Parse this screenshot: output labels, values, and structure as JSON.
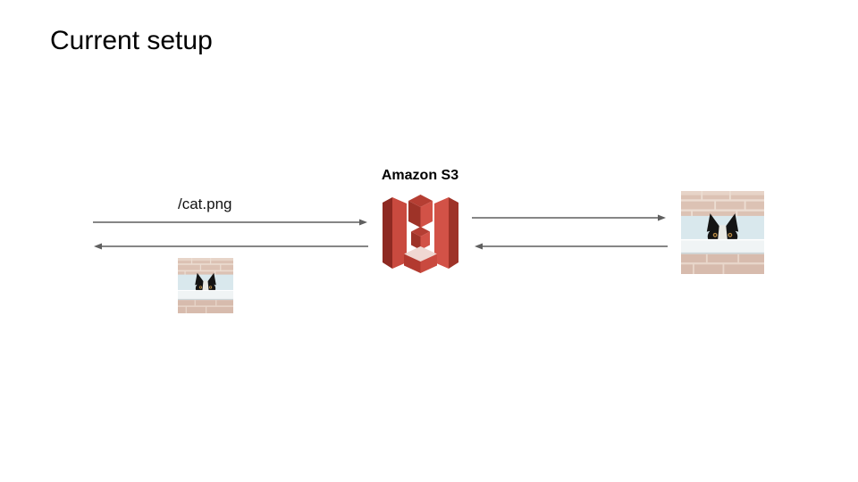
{
  "slide": {
    "title": "Current setup",
    "background_color": "#ffffff",
    "title_color": "#000000"
  },
  "diagram": {
    "s3_node": {
      "label": "Amazon S3",
      "icon": "amazon-s3-bucket-icon",
      "icon_colors": {
        "red": "#c94a3f",
        "dark_red": "#8e2a22",
        "shadow_red": "#9e3328",
        "mid_red": "#b53e33",
        "bright_red": "#d25247",
        "light_face": "#f0d8d2"
      }
    },
    "request_label": "/cat.png",
    "arrow_color": "#5f5f5f",
    "arrows": [
      {
        "id": "client-request-arrow",
        "direction": "right"
      },
      {
        "id": "client-response-arrow",
        "direction": "left"
      },
      {
        "id": "origin-request-arrow",
        "direction": "right"
      },
      {
        "id": "origin-response-arrow",
        "direction": "left"
      }
    ],
    "images": [
      {
        "id": "cat-image-small",
        "icon": "cat-peeking-photo"
      },
      {
        "id": "cat-image-large",
        "icon": "cat-peeking-photo"
      }
    ]
  }
}
